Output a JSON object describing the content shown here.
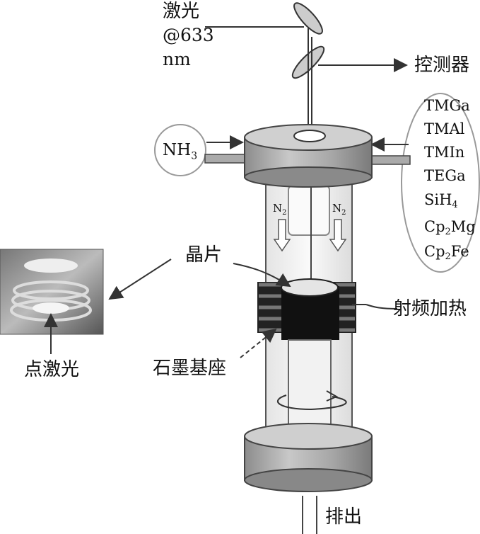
{
  "labels": {
    "laser_line1": "激光",
    "laser_line2": "@633",
    "laser_line3": "nm",
    "detector": "控测器",
    "ammonia": "NH",
    "ammonia_sub": "3",
    "wafer": "晶片",
    "rf_heating": "射频加热",
    "point_laser": "点激光",
    "graphite_susceptor": "石墨基座",
    "exhaust": "排出",
    "n2_left": "N",
    "n2_left_sub": "2",
    "n2_right": "N",
    "n2_right_sub": "2"
  },
  "precursors": [
    {
      "text": "TMGa"
    },
    {
      "text": "TMAl"
    },
    {
      "text": "TMIn"
    },
    {
      "text": "TEGa"
    },
    {
      "text": "SiH",
      "sub": "4",
      "after": ""
    },
    {
      "text": "Cp",
      "sub": "2",
      "after": "Mg"
    },
    {
      "text": "Cp",
      "sub": "2",
      "after": "Fe"
    }
  ]
}
